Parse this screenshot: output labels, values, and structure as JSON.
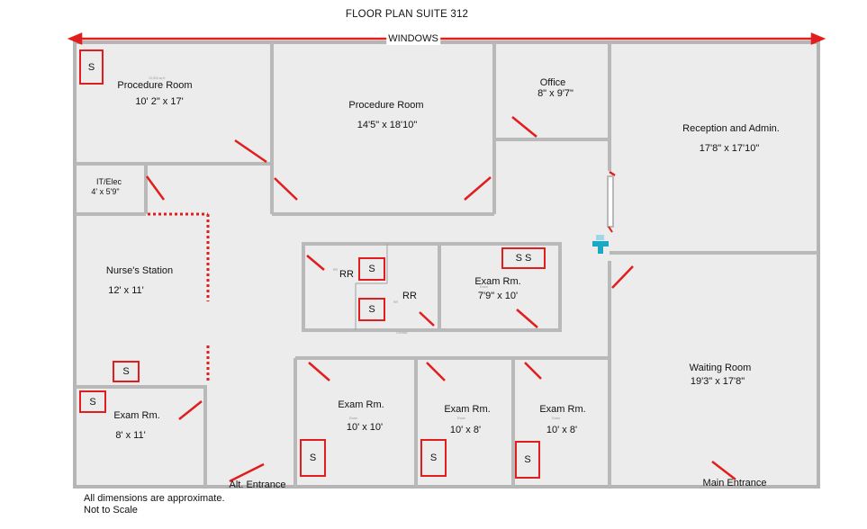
{
  "title": "FLOOR PLAN  SUITE 312",
  "windows_label": "WINDOWS",
  "rooms": {
    "procedure_1": {
      "name": "Procedure Room",
      "dims": "10' 2\" x 17'"
    },
    "procedure_2": {
      "name": "Procedure Room",
      "dims": "14'5\" x 18'10\""
    },
    "office": {
      "name": "Office",
      "dims": "8\" x 9'7\""
    },
    "reception": {
      "name": "Reception and Admin.",
      "dims": "17'8\" x 17'10\""
    },
    "it_elec": {
      "name": "IT/Elec",
      "dims": "4' x 5'9\""
    },
    "nurses_station": {
      "name": "Nurse's Station",
      "dims": "12' x 11'"
    },
    "rr_1": {
      "name": "RR"
    },
    "rr_2": {
      "name": "RR"
    },
    "exam_center": {
      "name": "Exam Rm.",
      "dims": "7'9\" x 10'"
    },
    "waiting_room": {
      "name": "Waiting Room",
      "dims": "19'3\" x 17'8\""
    },
    "exam_left": {
      "name": "Exam Rm.",
      "dims": "8' x 11'"
    },
    "exam_a": {
      "name": "Exam Rm.",
      "dims": "10' x 10'"
    },
    "exam_b": {
      "name": "Exam Rm.",
      "dims": "10' x 8'"
    },
    "exam_c": {
      "name": "Exam Rm.",
      "dims": "10' x 8'"
    }
  },
  "sink_label": "S",
  "sink_double_label": "S  S",
  "entrances": {
    "alt": "Alt. Entrance",
    "main": "Main Entrance"
  },
  "notes": {
    "line1": "All dimensions are approximate.",
    "line2": "Not to Scale"
  },
  "colors": {
    "wall": "#b9b9b9",
    "floor": "#ececec",
    "accent": "#e21d1d",
    "fixture": "#19a9c4"
  }
}
